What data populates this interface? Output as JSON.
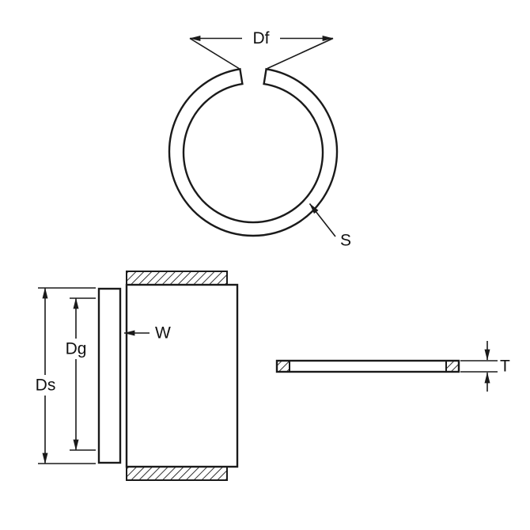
{
  "diagram": {
    "colors": {
      "line": "#1a1a1a",
      "background": "#ffffff"
    },
    "labels": {
      "free_diameter": "Df",
      "radial_section": "S",
      "groove_diameter": "Dg",
      "shaft_diameter": "Ds",
      "ring_width": "W",
      "thickness": "T"
    }
  }
}
